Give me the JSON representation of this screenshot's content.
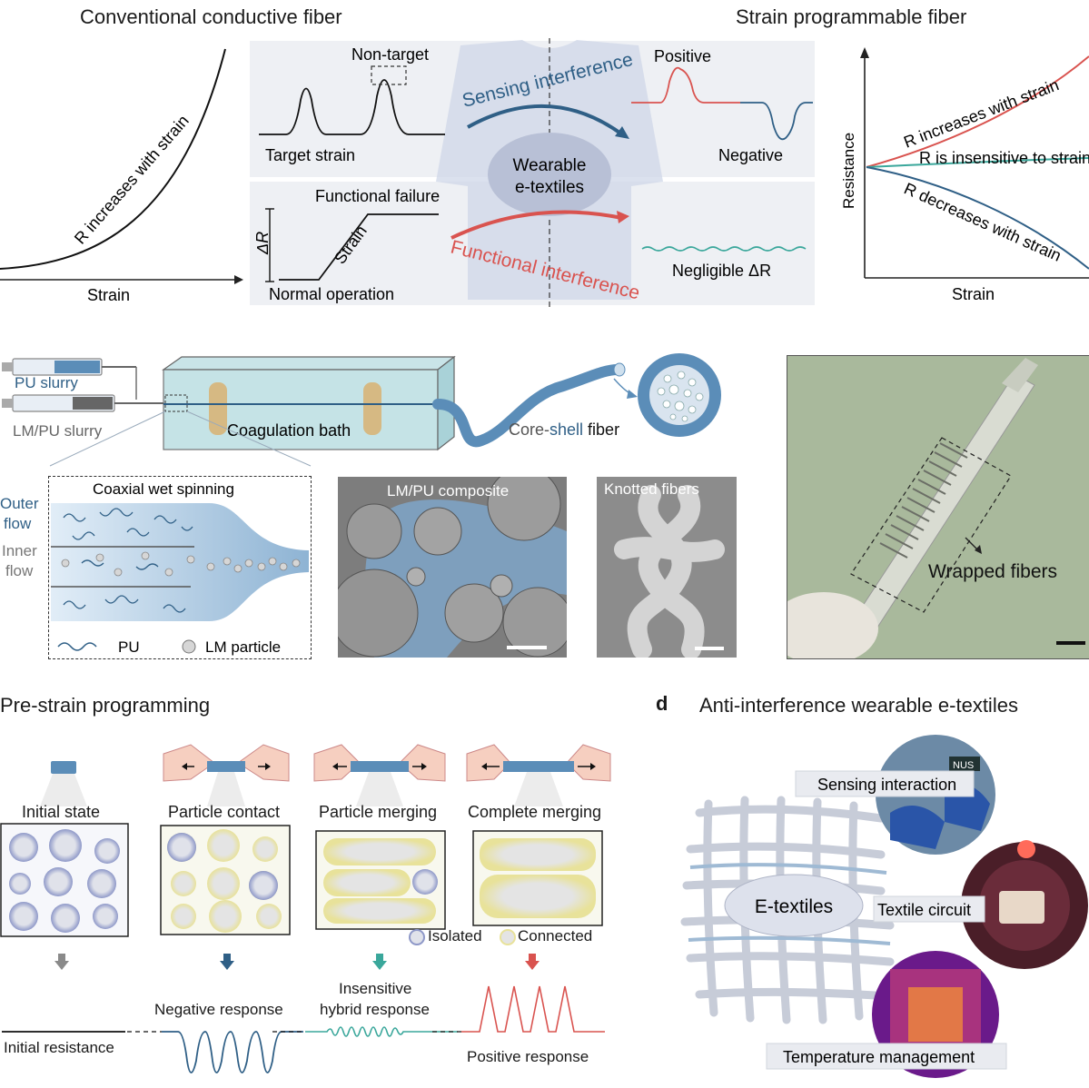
{
  "panel_a": {
    "left_title": "Conventional conductive fiber",
    "right_title": "Strain programmable fiber",
    "left_curve_label": "R increases with strain",
    "left_xlabel": "Strain",
    "non_target": "Non-target",
    "target_strain": "Target strain",
    "functional_failure": "Functional failure",
    "delta_r": "ΔR",
    "strain_slope": "Strain",
    "normal_operation": "Normal operation",
    "sensing_interference": "Sensing interference",
    "functional_interference": "Functional interference",
    "wearable": "Wearable",
    "etextiles": "e-textiles",
    "positive": "Positive",
    "negative": "Negative",
    "negligible": "Negligible ΔR",
    "right_ylabel": "Resistance",
    "right_xlabel": "Strain",
    "r_increases": "R increases with strain",
    "r_insensitive": "R is insensitive to strain",
    "r_decreases": "R decreases with strain"
  },
  "panel_b": {
    "pu_slurry": "PU slurry",
    "lmpu_slurry": "LM/PU slurry",
    "coagulation_bath": "Coagulation bath",
    "core_shell_1": "Core-",
    "core_shell_2": "shell",
    "core_shell_3": " fiber",
    "coaxial": "Coaxial wet spinning",
    "outer_flow_1": "Outer",
    "outer_flow_2": "flow",
    "inner_flow_1": "Inner",
    "inner_flow_2": "flow",
    "pu_legend": "PU",
    "lm_legend": "LM particle",
    "lmpu_composite": "LM/PU composite",
    "knotted": "Knotted fibers",
    "wrapped": "Wrapped fibers"
  },
  "panel_c": {
    "title": "Pre-strain programming",
    "states": [
      "Initial state",
      "Particle contact",
      "Particle merging",
      "Complete merging"
    ],
    "isolated": "Isolated",
    "connected": "Connected",
    "initial_resistance": "Initial resistance",
    "negative_response": "Negative response",
    "insensitive_1": "Insensitive",
    "insensitive_2": "hybrid response",
    "positive_response": "Positive response",
    "arrow_colors": [
      "#8a8a8a",
      "#2f5f86",
      "#3aa79b",
      "#d9534f"
    ]
  },
  "panel_d": {
    "letter": "d",
    "title": "Anti-interference wearable e-textiles",
    "sensing": "Sensing interaction",
    "etextiles": "E-textiles",
    "circuit": "Textile circuit",
    "temperature": "Temperature management",
    "badge": "NUS"
  },
  "colors": {
    "blue": "#2f5f86",
    "red": "#d9534f",
    "teal": "#3aa79b",
    "fiber_blue": "#5b8db8"
  }
}
